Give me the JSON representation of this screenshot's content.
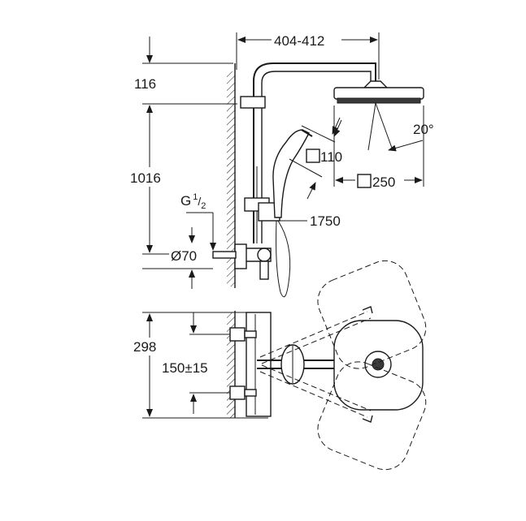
{
  "dimensions": {
    "arm_reach": "404-412",
    "top_offset": "116",
    "column_height": "1016",
    "thread": "G",
    "thread_num": "1",
    "thread_den": "2",
    "flange": "Ø70",
    "hand_shower_size": "110",
    "angle": "20°",
    "head_size": "250",
    "hose_length": "1750",
    "depth": "298",
    "inlet_spacing": "150±15"
  }
}
